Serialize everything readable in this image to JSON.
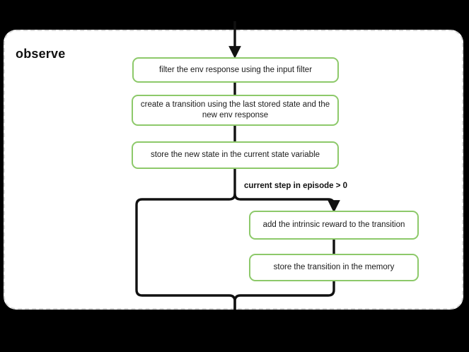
{
  "diagram": {
    "title": "observe",
    "background_color": "#000000",
    "card_color": "#ffffff",
    "card_border_color": "#d9d9d9",
    "node_border_color": "#8dc96a",
    "edge_color": "#111111",
    "nodes": [
      {
        "id": "filter",
        "label": "filter the env response using the input filter"
      },
      {
        "id": "create",
        "label": "create a transition using the last stored state and the new env response"
      },
      {
        "id": "store_state",
        "label": "store the new state in the current state variable"
      },
      {
        "id": "intrinsic",
        "label": "add the intrinsic reward to the transition"
      },
      {
        "id": "store_trans",
        "label": "store the transition in the memory"
      }
    ],
    "branch_label": "current step in episode > 0"
  }
}
